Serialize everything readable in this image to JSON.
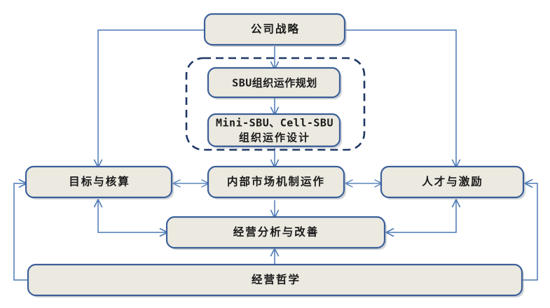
{
  "diagram": {
    "title_text": "",
    "colors": {
      "node_fill": "#ebe9e0",
      "node_stroke": "#3b5f99",
      "dashed_stroke": "#1f3864",
      "connector": "#4a78b5",
      "background": "#ffffff",
      "text": "#1a1a1a"
    },
    "nodes": {
      "corporate_strategy": {
        "label": "公司战略"
      },
      "sbu_plan": {
        "label": "SBU组织运作规划"
      },
      "mini_sbu_line1": {
        "label": "Mini-SBU、Cell-SBU"
      },
      "mini_sbu_line2": {
        "label": "组织运作设计"
      },
      "goal_accounting": {
        "label": "目标与核算"
      },
      "internal_market": {
        "label": "内部市场机制运作"
      },
      "talent_incentive": {
        "label": "人才与激励"
      },
      "business_analysis": {
        "label": "经营分析与改善"
      },
      "business_philosophy": {
        "label": "经营哲学"
      }
    },
    "dashed_group": {
      "name": "sbu-design-group"
    },
    "connectors": [
      {
        "name": "strategy-to-sbu-plan",
        "from": "corporate_strategy",
        "to": "sbu_plan",
        "arrow": "single"
      },
      {
        "name": "sbu-plan-to-mini-sbu",
        "from": "sbu_plan",
        "to": "mini_sbu",
        "arrow": "single"
      },
      {
        "name": "sbu-group-to-internal-market",
        "from": "sbu_group",
        "to": "internal_market",
        "arrow": "single"
      },
      {
        "name": "strategy-to-goal-accounting",
        "from": "corporate_strategy",
        "to": "goal_accounting",
        "arrow": "single"
      },
      {
        "name": "strategy-to-talent-incentive",
        "from": "corporate_strategy",
        "to": "talent_incentive",
        "arrow": "single"
      },
      {
        "name": "goal-accounting-internal-market",
        "from": "goal_accounting",
        "to": "internal_market",
        "arrow": "double"
      },
      {
        "name": "internal-market-talent-incentive",
        "from": "internal_market",
        "to": "talent_incentive",
        "arrow": "double"
      },
      {
        "name": "internal-market-to-business-analysis",
        "from": "internal_market",
        "to": "business_analysis",
        "arrow": "single"
      },
      {
        "name": "goal-accounting-business-analysis",
        "from": "goal_accounting",
        "to": "business_analysis",
        "arrow": "double"
      },
      {
        "name": "talent-incentive-business-analysis",
        "from": "talent_incentive",
        "to": "business_analysis",
        "arrow": "double"
      },
      {
        "name": "philosophy-to-business-analysis",
        "from": "business_philosophy",
        "to": "business_analysis",
        "arrow": "single"
      },
      {
        "name": "philosophy-to-goal-accounting",
        "from": "business_philosophy",
        "to": "goal_accounting",
        "arrow": "single"
      },
      {
        "name": "philosophy-to-talent-incentive",
        "from": "business_philosophy",
        "to": "talent_incentive",
        "arrow": "single"
      }
    ]
  }
}
